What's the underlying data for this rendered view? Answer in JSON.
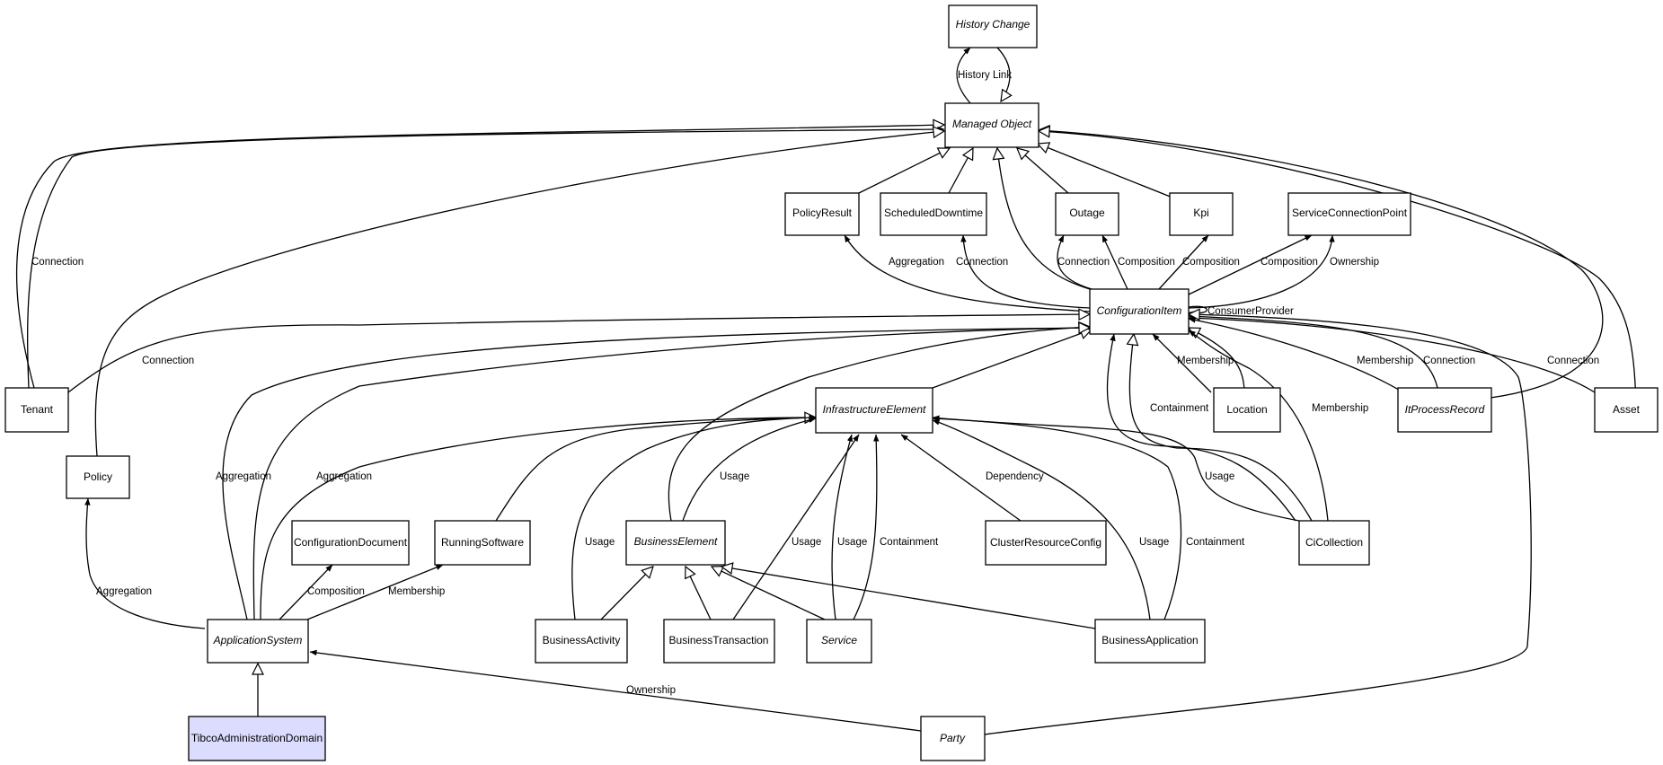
{
  "nodes": {
    "history_change": {
      "label": "History Change",
      "abstract": true
    },
    "managed_object": {
      "label": "Managed Object",
      "abstract": true
    },
    "policy_result": {
      "label": "PolicyResult"
    },
    "scheduled_downtime": {
      "label": "ScheduledDowntime"
    },
    "outage": {
      "label": "Outage"
    },
    "kpi": {
      "label": "Kpi"
    },
    "service_connection_point": {
      "label": "ServiceConnectionPoint"
    },
    "configuration_item": {
      "label": "ConfigurationItem",
      "abstract": true
    },
    "tenant": {
      "label": "Tenant"
    },
    "policy": {
      "label": "Policy"
    },
    "infrastructure_element": {
      "label": "InfrastructureElement",
      "abstract": true
    },
    "location": {
      "label": "Location"
    },
    "it_process_record": {
      "label": "ItProcessRecord",
      "abstract": true
    },
    "asset": {
      "label": "Asset"
    },
    "configuration_document": {
      "label": "ConfigurationDocument"
    },
    "running_software": {
      "label": "RunningSoftware"
    },
    "business_element": {
      "label": "BusinessElement",
      "abstract": true
    },
    "cluster_resource_config": {
      "label": "ClusterResourceConfig"
    },
    "ci_collection": {
      "label": "CiCollection"
    },
    "application_system": {
      "label": "ApplicationSystem",
      "abstract": true
    },
    "business_activity": {
      "label": "BusinessActivity"
    },
    "business_transaction": {
      "label": "BusinessTransaction"
    },
    "service": {
      "label": "Service",
      "abstract": true
    },
    "business_application": {
      "label": "BusinessApplication"
    },
    "tibco_administration_domain": {
      "label": "TibcoAdministrationDomain",
      "highlighted": true
    },
    "party": {
      "label": "Party",
      "abstract": true
    }
  },
  "edges": {
    "history_link": {
      "label": "History Link"
    },
    "tenant_connection_mo": {
      "label": "Connection"
    },
    "ci_aggregation_policy_result": {
      "label": "Aggregation"
    },
    "ci_connection_scheduled_downtime": {
      "label": "Connection"
    },
    "ci_connection_outage": {
      "label": "Connection"
    },
    "ci_composition_outage": {
      "label": "Composition"
    },
    "ci_composition_kpi": {
      "label": "Composition"
    },
    "ci_composition_scp": {
      "label": "Composition"
    },
    "ci_ownership_scp": {
      "label": "Ownership"
    },
    "ci_consumer_provider": {
      "label": "ConsumerProvider"
    },
    "tenant_connection_ci": {
      "label": "Connection"
    },
    "location_membership_ci": {
      "label": "Membership"
    },
    "itpr_membership_ci": {
      "label": "Membership"
    },
    "itpr_connection_ci": {
      "label": "Connection"
    },
    "asset_connection_ci": {
      "label": "Connection"
    },
    "cicollection_containment_ci": {
      "label": "Containment"
    },
    "cicollection_membership_ci": {
      "label": "Membership"
    },
    "cicollection_usage_ie": {
      "label": "Usage"
    },
    "appsys_aggregation_ci": {
      "label": "Aggregation"
    },
    "appsys_aggregation_ie": {
      "label": "Aggregation"
    },
    "businesselement_usage_ie": {
      "label": "Usage"
    },
    "businessactivity_usage_ie": {
      "label": "Usage"
    },
    "businesstransaction_usage_ie": {
      "label": "Usage"
    },
    "service_usage_ie": {
      "label": "Usage"
    },
    "service_containment_ie": {
      "label": "Containment"
    },
    "cluster_dependency_ie": {
      "label": "Dependency"
    },
    "businessapp_usage_ie": {
      "label": "Usage"
    },
    "businessapp_containment_ie": {
      "label": "Containment"
    },
    "appsys_aggregation_policy": {
      "label": "Aggregation"
    },
    "appsys_composition_configdoc": {
      "label": "Composition"
    },
    "appsys_membership_runningsoftware": {
      "label": "Membership"
    },
    "party_ownership_appsys": {
      "label": "Ownership"
    }
  }
}
